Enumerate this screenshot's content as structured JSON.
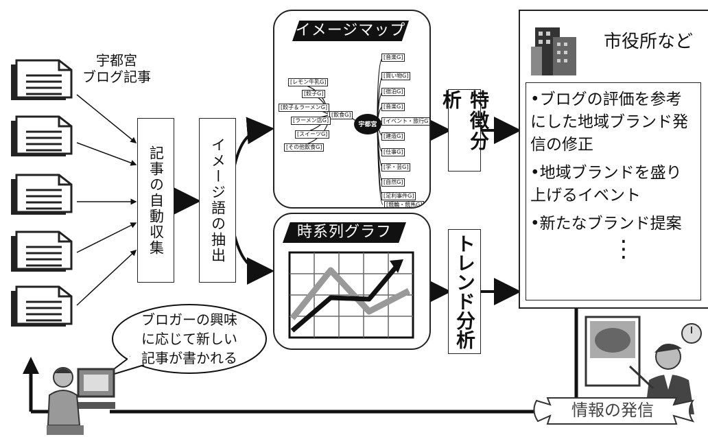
{
  "sources": {
    "caption": [
      "宇都宮",
      "ブログ記事"
    ]
  },
  "collect": {
    "label": "記事の自動収集"
  },
  "extract": {
    "label": "イメージ語の抽出"
  },
  "image_map": {
    "title": "イメージマップ",
    "center": "宇都宮",
    "hub": "[飲食G]",
    "left_items": [
      "[レモン牛乳G]",
      "[餃子G]",
      "[餃子＆ラーメンG]",
      "[ラーメン店G]",
      "[スイーツG]",
      "[その他飲食G]"
    ],
    "right_items": [
      "[音楽G]",
      "[買い物G]",
      "[宿泊G]",
      "[音楽G]",
      "[イベント・旅行G]",
      "[建造G]",
      "[仕事G]",
      "[学・芸G]",
      "[自然G]",
      "[足利事件G]",
      "[競輪・競馬G]"
    ]
  },
  "timeseries": {
    "title": "時系列グラフ"
  },
  "feature_analysis": {
    "label": "特徴分析"
  },
  "trend_analysis": {
    "label": "トレンド分析"
  },
  "city": {
    "title": "市役所など",
    "bullets": [
      "•ブログの評価を参考にした地域ブランド発信の修正",
      "•地域ブランドを盛り上げるイベント",
      "•新たなブランド提案"
    ],
    "ellipsis": "⋮"
  },
  "blogger_bubble": {
    "text": [
      "ブロガーの興味",
      "に応じて新しい",
      "記事が書かれる"
    ]
  },
  "dissemination": {
    "label": "情報の発信"
  }
}
